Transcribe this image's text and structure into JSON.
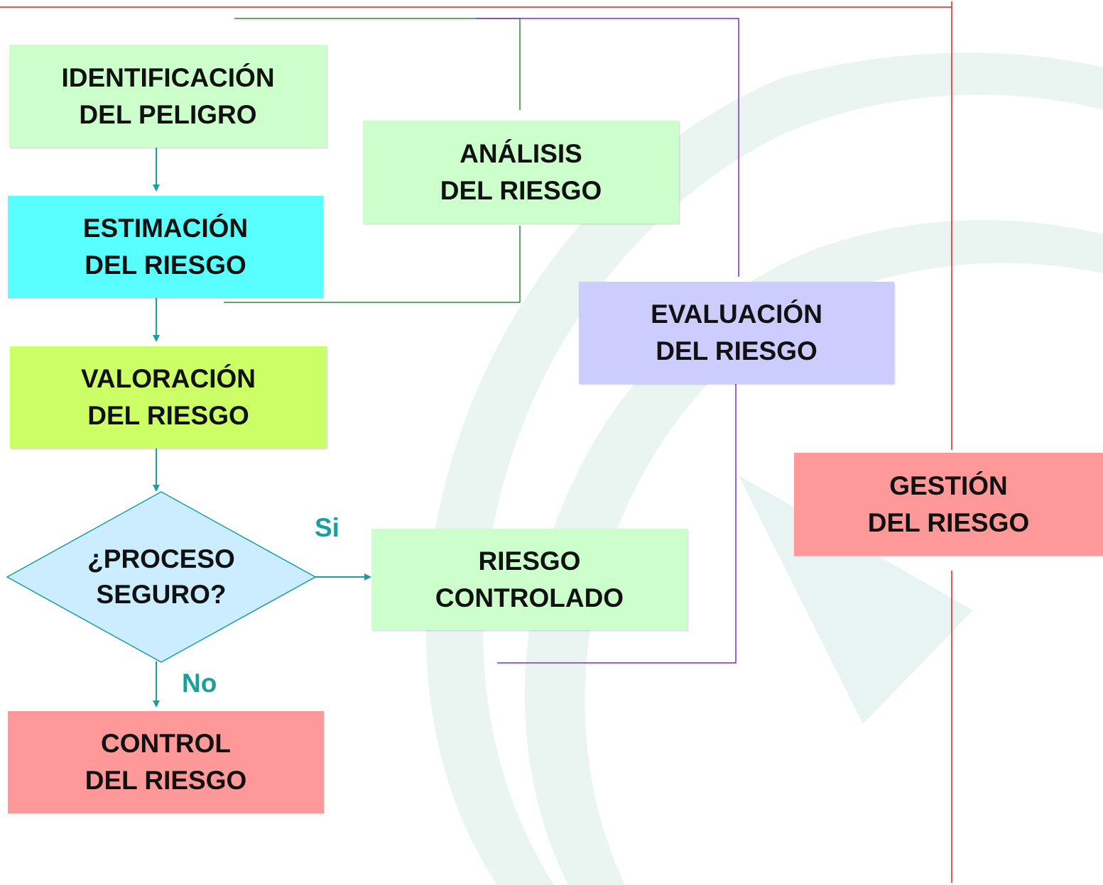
{
  "diagram": {
    "nodes": {
      "identificacion": {
        "lines": [
          "IDENTIFICACIÓN",
          "DEL PELIGRO"
        ],
        "fill": "#ccffcc"
      },
      "estimacion": {
        "lines": [
          "ESTIMACIÓN",
          "DEL RIESGO"
        ],
        "fill": "#59ffff"
      },
      "valoracion": {
        "lines": [
          "VALORACIÓN",
          "DEL RIESGO"
        ],
        "fill": "#ccff66"
      },
      "decision": {
        "lines": [
          "¿PROCESO",
          "SEGURO?"
        ],
        "fill": "#ccecff"
      },
      "control": {
        "lines": [
          "CONTROL",
          "DEL RIESGO"
        ],
        "fill": "#ff9999"
      },
      "analisis": {
        "lines": [
          "ANÁLISIS",
          "DEL RIESGO"
        ],
        "fill": "#ccffcc"
      },
      "controlado": {
        "lines": [
          "RIESGO",
          "CONTROLADO"
        ],
        "fill": "#ccffcc"
      },
      "evaluacion": {
        "lines": [
          "EVALUACIÓN",
          "DEL RIESGO"
        ],
        "fill": "#ccccff"
      },
      "gestion": {
        "lines": [
          "GESTIÓN",
          "DEL RIESGO"
        ],
        "fill": "#ff9999"
      }
    },
    "branch_labels": {
      "yes": "Si",
      "no": "No"
    },
    "colors": {
      "arrow": "#1a9e9e",
      "analysis_bracket": "#2e8b3a",
      "evaluation_bracket": "#7a2fd0",
      "management_bracket": "#e02020"
    }
  }
}
